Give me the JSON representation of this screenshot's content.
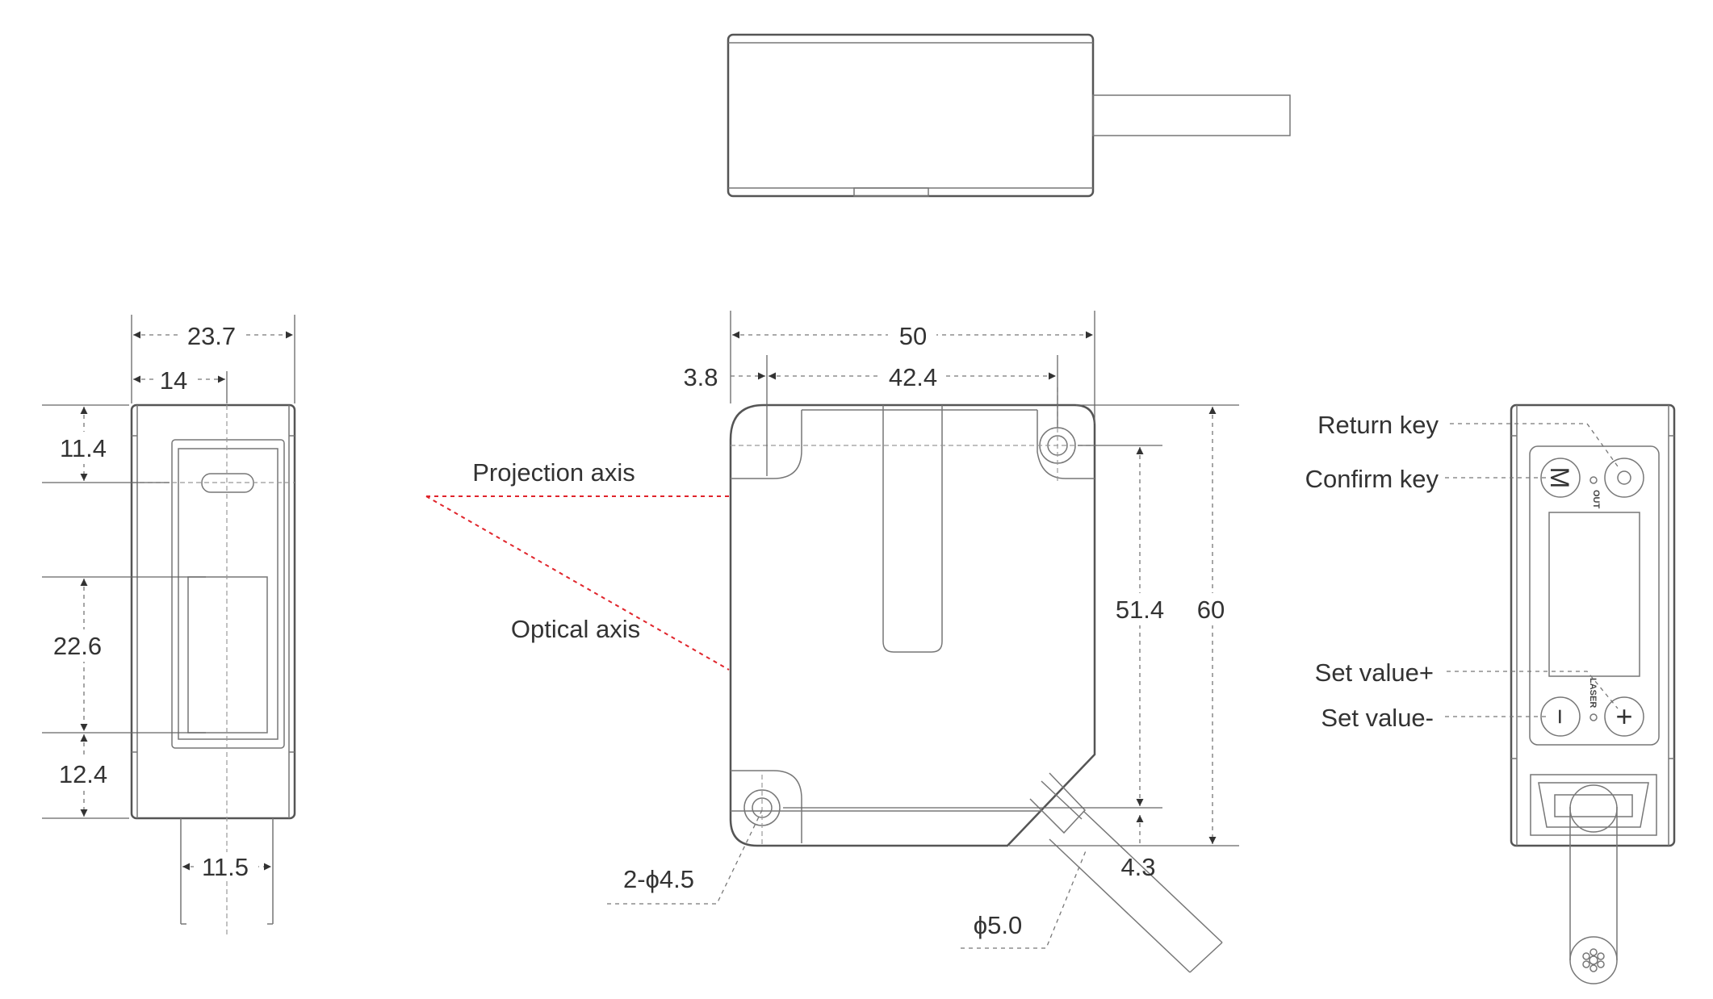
{
  "dimensions": {
    "left_width_total": "23.7",
    "left_width_partial": "14",
    "left_top": "11.4",
    "left_middle": "22.6",
    "left_bottom": "12.4",
    "left_cable": "11.5",
    "front_width_total": "50",
    "front_hole_offset": "3.8",
    "front_hole_spacing": "42.4",
    "front_hole_height": "51.4",
    "front_height_total": "60",
    "front_bottom_offset": "4.3",
    "hole_spec": "2-ϕ4.5",
    "cable_diameter": "ϕ5.0"
  },
  "callouts": {
    "projection_axis": "Projection axis",
    "optical_axis": "Optical axis",
    "return_key": "Return key",
    "confirm_key": "Confirm key",
    "set_value_plus": "Set value+",
    "set_value_minus": "Set value-"
  },
  "panel": {
    "m_key": "M",
    "out_label": "OUT",
    "laser_label": "LASER",
    "plus_key": "+",
    "minus_key": "−"
  },
  "colors": {
    "lines": "#555555",
    "axis": "#e0242b"
  }
}
